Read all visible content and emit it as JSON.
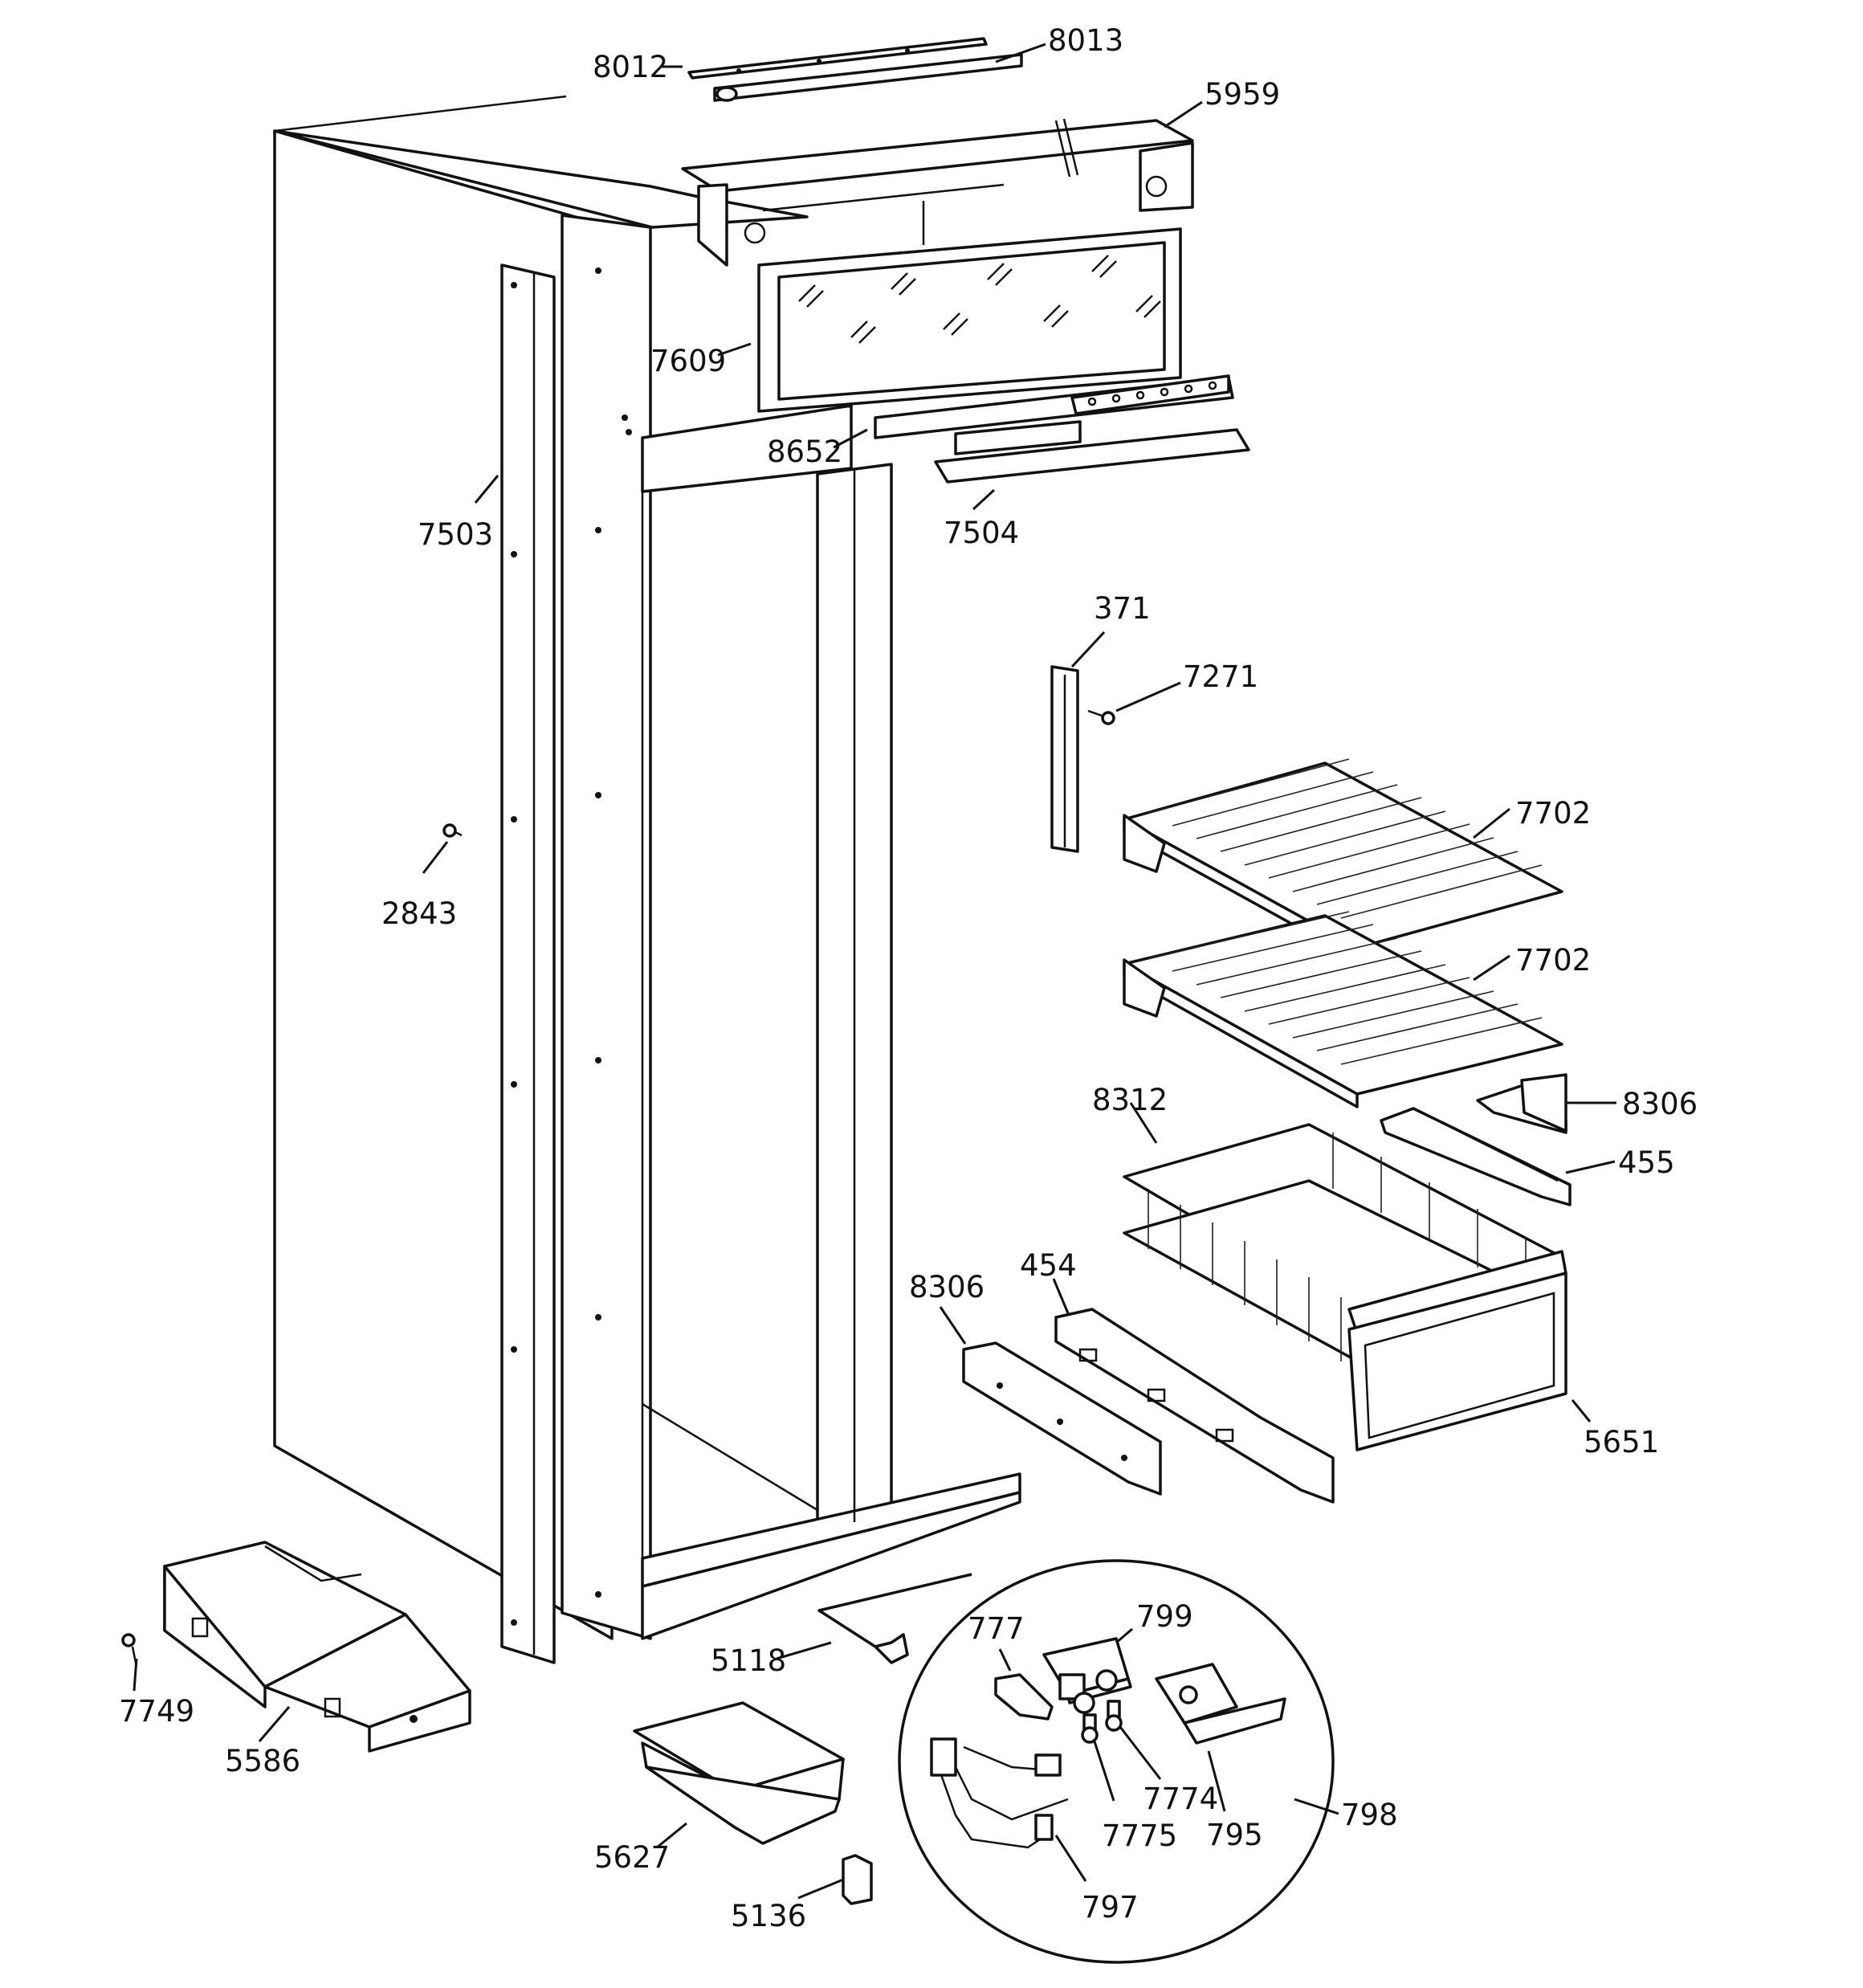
{
  "callouts": [
    {
      "id": "c8012",
      "text": "8012"
    },
    {
      "id": "c8013",
      "text": "8013"
    },
    {
      "id": "c5959",
      "text": "5959"
    },
    {
      "id": "c7609",
      "text": "7609"
    },
    {
      "id": "c8652",
      "text": "8652"
    },
    {
      "id": "c7503",
      "text": "7503"
    },
    {
      "id": "c7504",
      "text": "7504"
    },
    {
      "id": "c371",
      "text": "371"
    },
    {
      "id": "c7271",
      "text": "7271"
    },
    {
      "id": "c7702a",
      "text": "7702"
    },
    {
      "id": "c7702b",
      "text": "7702"
    },
    {
      "id": "c2843",
      "text": "2843"
    },
    {
      "id": "c8312",
      "text": "8312"
    },
    {
      "id": "c8306a",
      "text": "8306"
    },
    {
      "id": "c455",
      "text": "455"
    },
    {
      "id": "c8306b",
      "text": "8306"
    },
    {
      "id": "c454",
      "text": "454"
    },
    {
      "id": "c5651",
      "text": "5651"
    },
    {
      "id": "c7749",
      "text": "7749"
    },
    {
      "id": "c5586",
      "text": "5586"
    },
    {
      "id": "c5118",
      "text": "5118"
    },
    {
      "id": "c777",
      "text": "777"
    },
    {
      "id": "c799",
      "text": "799"
    },
    {
      "id": "c7774",
      "text": "7774"
    },
    {
      "id": "c795",
      "text": "795"
    },
    {
      "id": "c798",
      "text": "798"
    },
    {
      "id": "c7775",
      "text": "7775"
    },
    {
      "id": "c797",
      "text": "797"
    },
    {
      "id": "c5627",
      "text": "5627"
    },
    {
      "id": "c5136",
      "text": "5136"
    }
  ]
}
